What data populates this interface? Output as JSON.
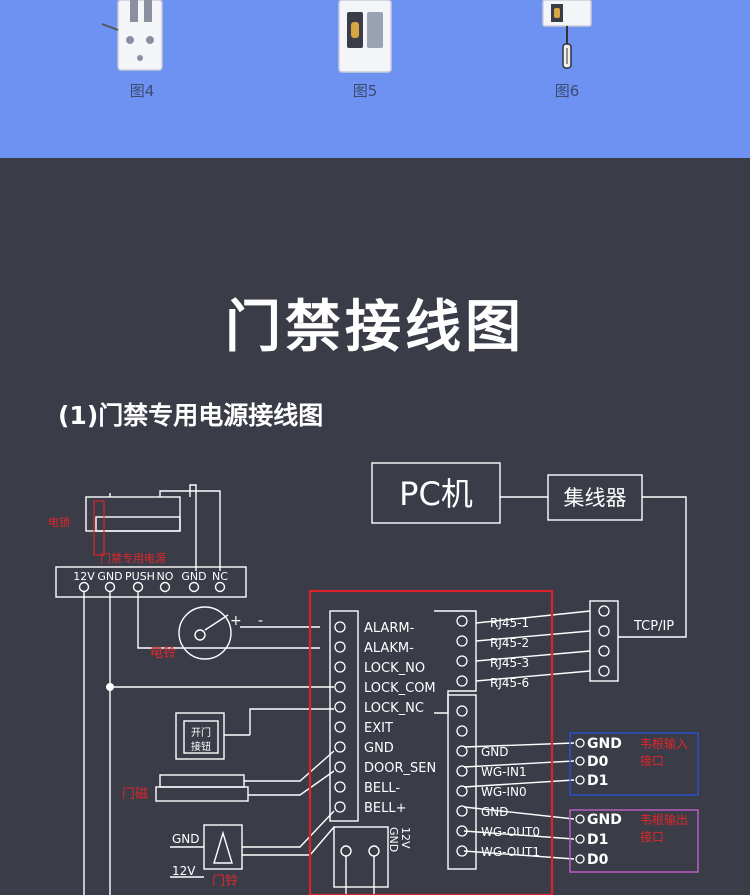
{
  "figures": [
    {
      "label": "图4"
    },
    {
      "label": "图5"
    },
    {
      "label": "图6"
    }
  ],
  "title": "门禁接线图",
  "subtitle": "(1)门禁专用电源接线图",
  "diagram": {
    "pc_label": "PC机",
    "hub_label": "集线器",
    "tcp_label": "TCP/IP",
    "lock_label": "电锁",
    "psu_label": "门禁专用电源",
    "psu_terminals": [
      "12V",
      "GND",
      "PUSH",
      "NO",
      "GND",
      "NC"
    ],
    "bell_label": "电铃",
    "plus_label": "+",
    "minus_label": "-",
    "exit_button_label": [
      "开门",
      "接钮"
    ],
    "door_magnet_label": "门磁",
    "door_bell_label": "门铃",
    "bell_gnd_label": "GND",
    "bell_12v_label": "12V",
    "controller_terminals": [
      "ALARM-",
      "ALAKM-",
      "LOCK_NO",
      "LOCK_COM",
      "LOCK_NC",
      "EXIT",
      "GND",
      "DOOR_SEN",
      "BELL-",
      "BELL+"
    ],
    "power_labels": [
      "12V",
      "GND"
    ],
    "rj45_terminals": [
      "RJ45-1",
      "RJ45-2",
      "RJ45-3",
      "RJ45-6"
    ],
    "wiegand_terminals": [
      "GND",
      "WG-IN1",
      "WG-IN0",
      "GND",
      "WG-OUT0",
      "WG-OUT1"
    ],
    "wg_in_pins": [
      "GND",
      "D0",
      "D1"
    ],
    "wg_in_label": [
      "韦根输入",
      "接口"
    ],
    "wg_out_pins": [
      "GND",
      "D1",
      "D0"
    ],
    "wg_out_label": [
      "韦根输出",
      "接口"
    ],
    "colors": {
      "background": "#3a3d48",
      "top_band": "#6d92f2",
      "controller_border": "#d8242a",
      "annotation_red": "#e0262a",
      "wg_in_border": "#2a4fd0",
      "wg_out_border": "#c060c8",
      "line": "#ffffff"
    }
  }
}
